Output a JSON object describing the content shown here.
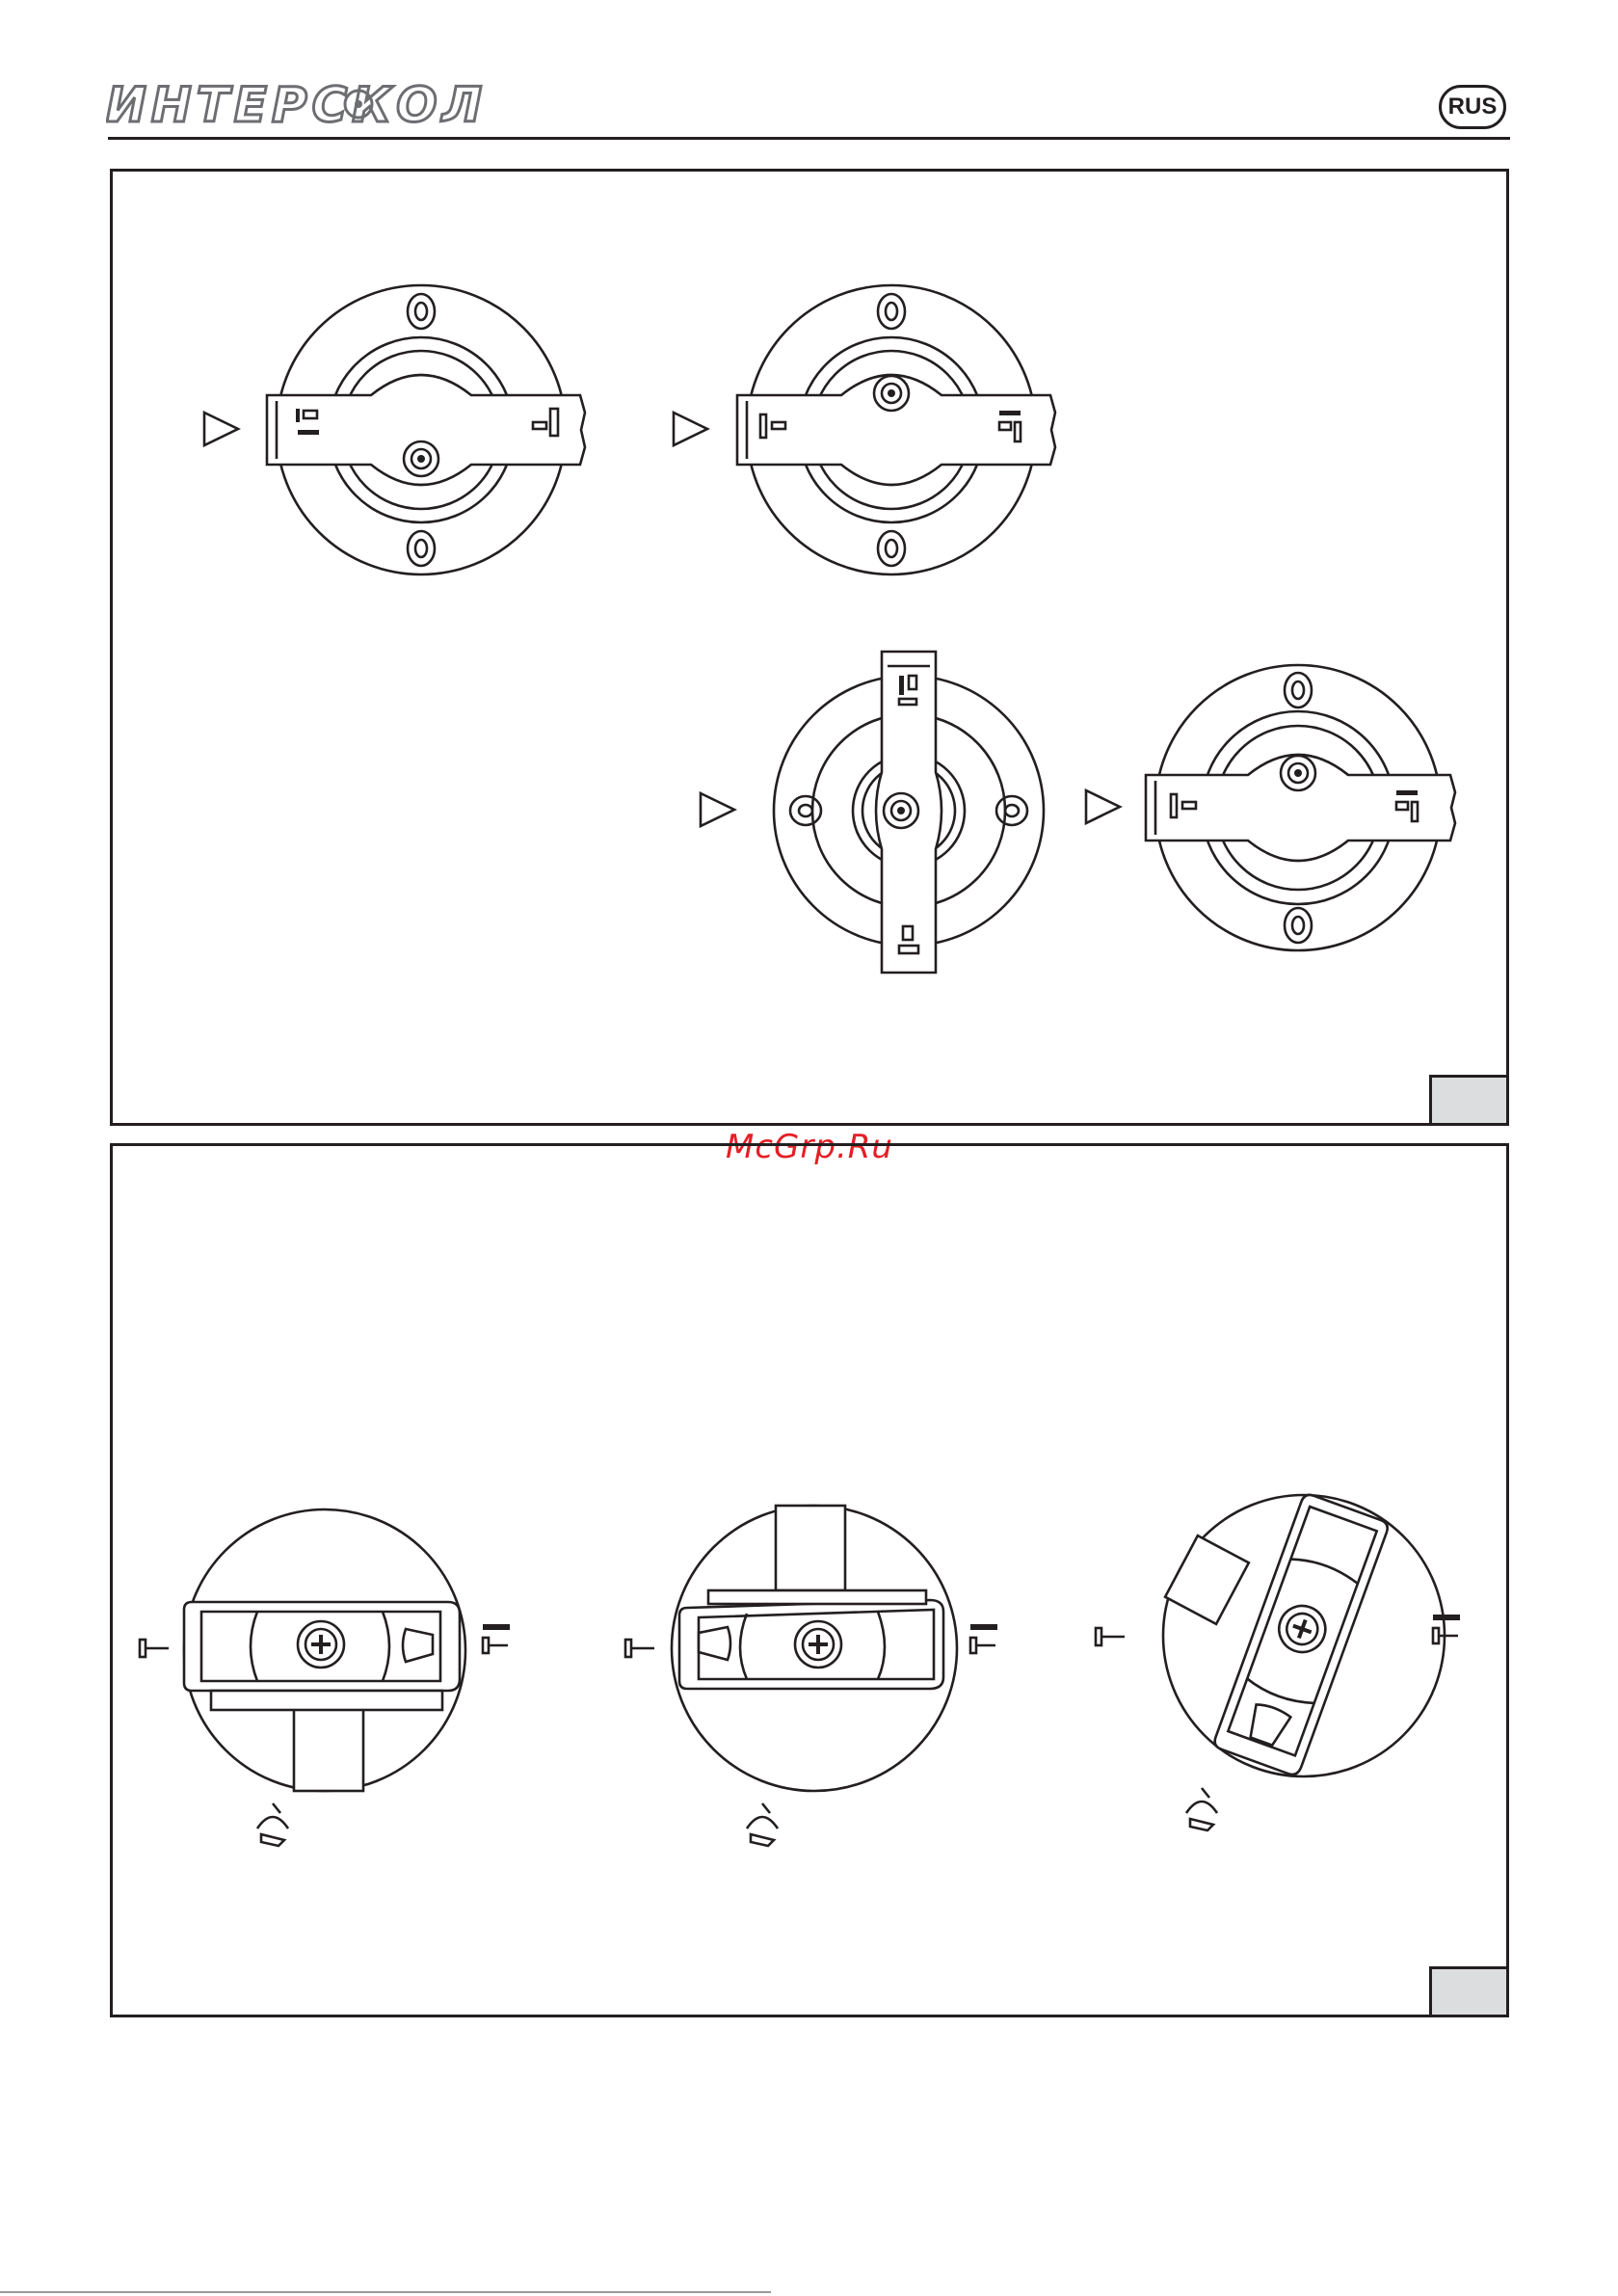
{
  "header": {
    "logo_text": "ИНТЕРСКОЛ",
    "language_badge": "RUS"
  },
  "watermark": "McGrp.Ru",
  "panels": [
    {
      "id": "upper",
      "figure_tag": ""
    },
    {
      "id": "lower",
      "figure_tag": ""
    }
  ],
  "colors": {
    "line": "#231f20",
    "logo_gray": "#6d6e71",
    "watermark_red": "#e41f26",
    "tag_fill": "#dcdddf"
  },
  "icons": {
    "pointer": "triangle-pointer-icon",
    "drill_mode": "drill-mode-icon",
    "hammer_mode": "hammer-mode-icon",
    "chisel_mode": "chisel-mode-icon"
  }
}
